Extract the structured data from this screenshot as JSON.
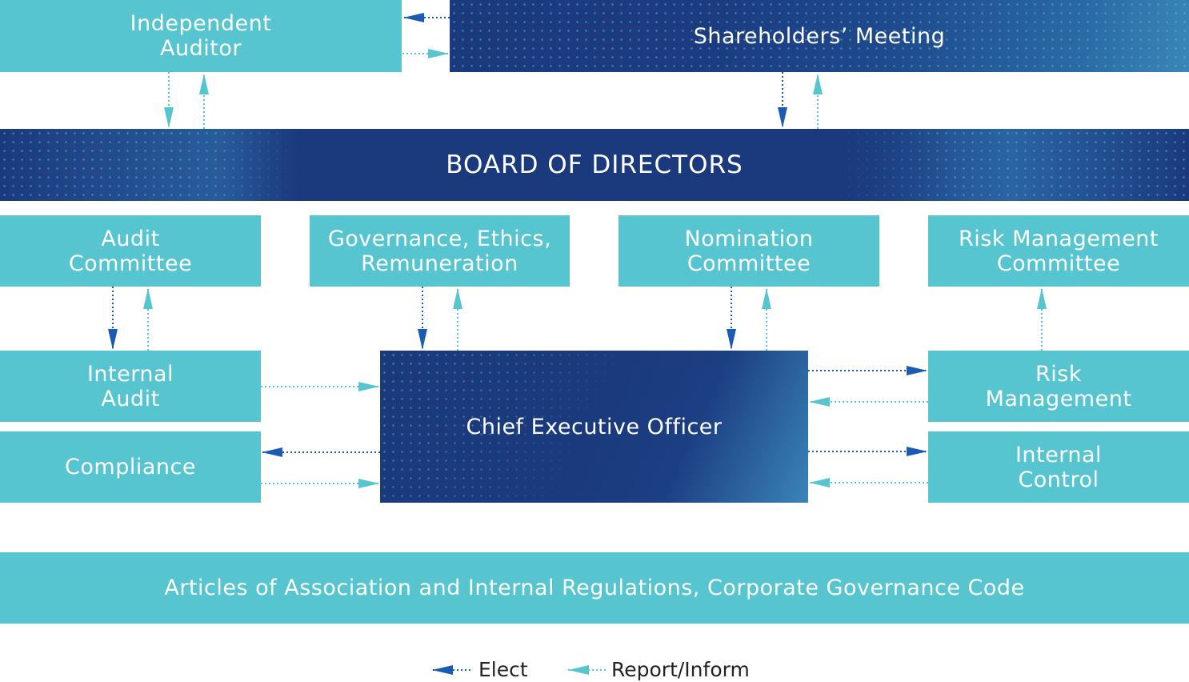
{
  "colors": {
    "teal": "#56c5cf",
    "navy": "#1b3a7e",
    "elect_arrow": "#1a5bb5",
    "report_arrow": "#56c5cf"
  },
  "boxes": {
    "independent_auditor": "Independent Auditor",
    "shareholders_meeting": "Shareholders’ Meeting",
    "board_of_directors": "BOARD OF DIRECTORS",
    "audit_committee": "Audit Committee",
    "governance_committee": "Governance, Ethics, Remuneration",
    "nomination_committee": "Nomination Committee",
    "risk_management_committee": "Risk Management Committee",
    "internal_audit": "Internal Audit",
    "compliance": "Compliance",
    "ceo": "Chief Executive Officer",
    "risk_management": "Risk Management",
    "internal_control": "Internal Control",
    "articles": "Articles of Association and Internal Regulations, Corporate Governance Code"
  },
  "legend": {
    "elect": "Elect",
    "report": "Report/Inform"
  }
}
